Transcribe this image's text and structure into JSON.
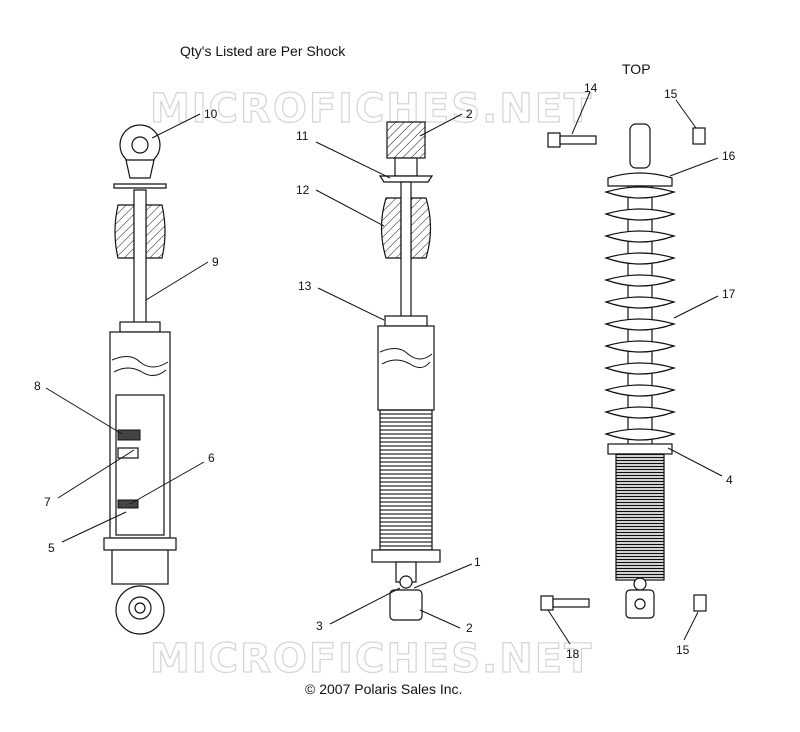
{
  "title": "Qty's Listed are Per Shock",
  "top_label": "TOP",
  "copyright": "© 2007 Polaris Sales Inc.",
  "watermark": "MICROFICHES.NET",
  "callouts": [
    "10",
    "2",
    "11",
    "12",
    "9",
    "13",
    "8",
    "7",
    "6",
    "5",
    "1",
    "3",
    "2",
    "14",
    "15",
    "16",
    "17",
    "4",
    "18",
    "15"
  ]
}
